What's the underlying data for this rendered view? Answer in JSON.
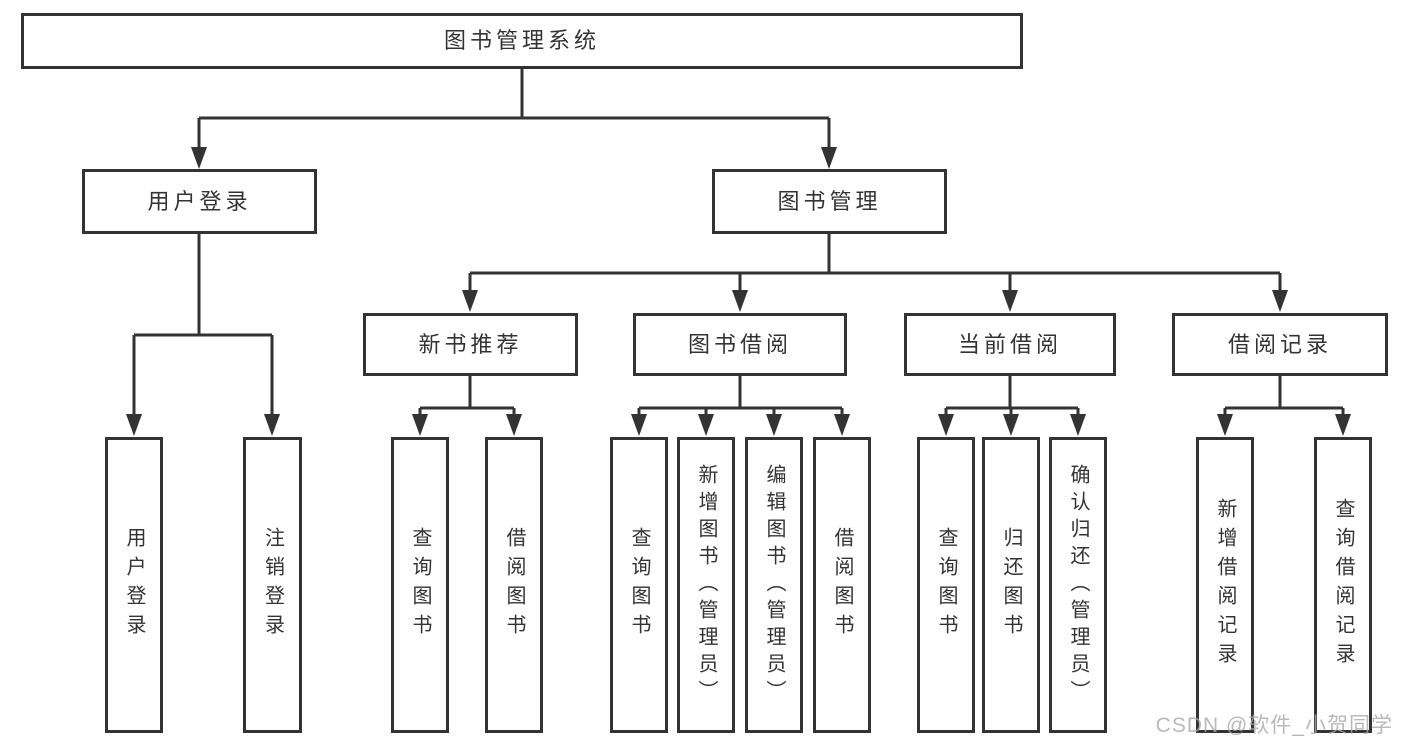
{
  "tree": {
    "label": "图书管理系统",
    "children": [
      {
        "label": "用户登录",
        "children": [
          {
            "label": "用户登录"
          },
          {
            "label": "注销登录"
          }
        ]
      },
      {
        "label": "图书管理",
        "children": [
          {
            "label": "新书推荐",
            "children": [
              {
                "label": "查询图书"
              },
              {
                "label": "借阅图书"
              }
            ]
          },
          {
            "label": "图书借阅",
            "children": [
              {
                "label": "查询图书"
              },
              {
                "label": "新增图书（管理员）"
              },
              {
                "label": "编辑图书（管理员）"
              },
              {
                "label": "借阅图书"
              }
            ]
          },
          {
            "label": "当前借阅",
            "children": [
              {
                "label": "查询图书"
              },
              {
                "label": "归还图书"
              },
              {
                "label": "确认归还（管理员）"
              }
            ]
          },
          {
            "label": "借阅记录",
            "children": [
              {
                "label": "新增借阅记录"
              },
              {
                "label": "查询借阅记录"
              }
            ]
          }
        ]
      }
    ]
  },
  "watermark": {
    "text": "CSDN @软件_小贺同学"
  },
  "colors": {
    "line": "#333333",
    "text": "#333333",
    "box_background": "#ffffff",
    "watermark": "#a8a8a8",
    "background": "#ffffff"
  }
}
